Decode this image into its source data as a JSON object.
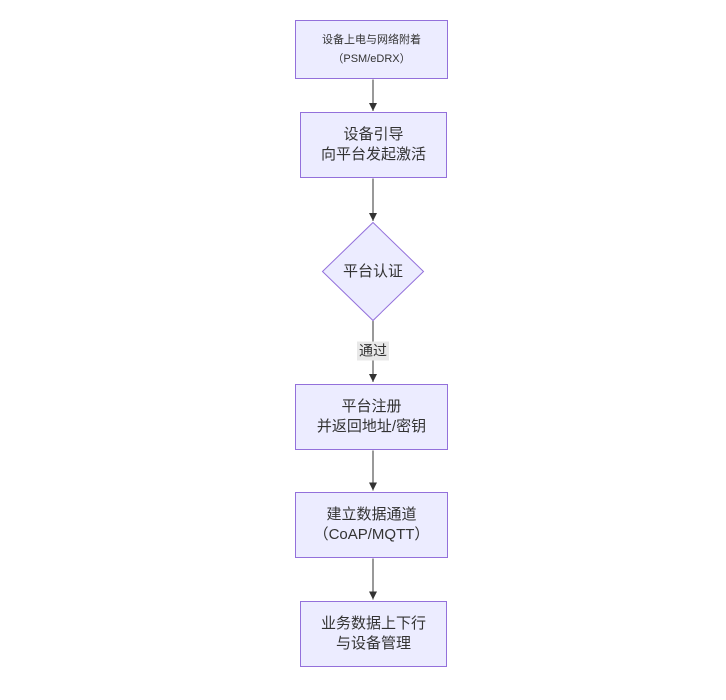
{
  "diagram": {
    "type": "flowchart",
    "direction": "top-down",
    "nodes": [
      {
        "id": "power_attach",
        "shape": "rect",
        "line1": "设备上电与网络附着",
        "line2": "（PSM/eDRX）"
      },
      {
        "id": "bootstrap",
        "shape": "rect",
        "line1": "设备引导",
        "line2": "向平台发起激活"
      },
      {
        "id": "platform_auth",
        "shape": "diamond",
        "line1": "平台认证",
        "line2": ""
      },
      {
        "id": "platform_register",
        "shape": "rect",
        "line1": "平台注册",
        "line2": "并返回地址/密钥"
      },
      {
        "id": "data_channel",
        "shape": "rect",
        "line1": "建立数据通道",
        "line2": "（CoAP/MQTT）"
      },
      {
        "id": "business_data",
        "shape": "rect",
        "line1": "业务数据上下行",
        "line2": "与设备管理"
      }
    ],
    "edges": [
      {
        "from": "power_attach",
        "to": "bootstrap",
        "label": ""
      },
      {
        "from": "bootstrap",
        "to": "platform_auth",
        "label": ""
      },
      {
        "from": "platform_auth",
        "to": "platform_register",
        "label": "通过"
      },
      {
        "from": "platform_register",
        "to": "data_channel",
        "label": ""
      },
      {
        "from": "data_channel",
        "to": "business_data",
        "label": ""
      }
    ],
    "colors": {
      "node_fill": "#ECECFF",
      "node_border": "#9370DB",
      "text": "#333333",
      "edge_line": "#333333",
      "edge_label_bg": "#e8e8e8",
      "background": "#ffffff"
    }
  }
}
